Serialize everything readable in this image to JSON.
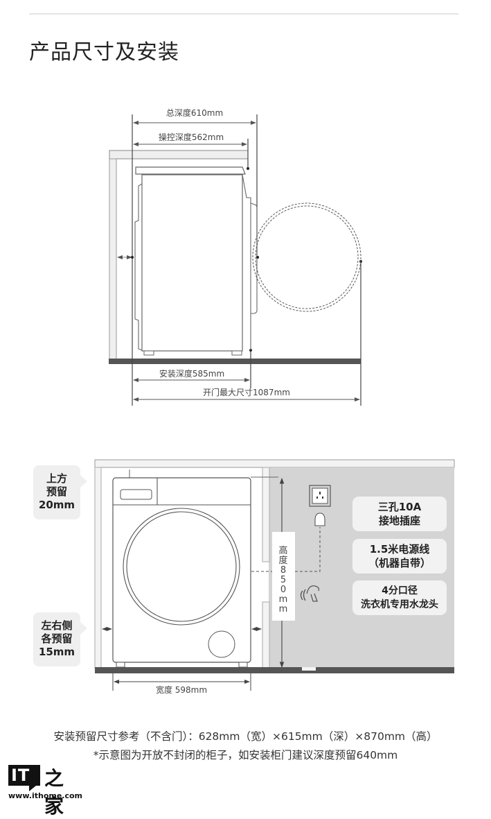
{
  "page": {
    "title": "产品尺寸及安装"
  },
  "side_view": {
    "total_depth": "总深度610mm",
    "control_depth": "操控深度562mm",
    "install_depth": "安装深度585mm",
    "door_open_max": "开门最大尺寸1087mm"
  },
  "front_view": {
    "callouts": [
      {
        "lines": [
          "上方",
          "预留",
          "20mm"
        ]
      },
      {
        "lines": [
          "左右侧",
          "各预留",
          "15mm"
        ]
      }
    ],
    "height_label": [
      "高",
      "度",
      "8",
      "5",
      "0",
      "m",
      "m"
    ],
    "width_label": "宽度 598mm",
    "info_boxes": [
      {
        "lines": [
          "三孔10A",
          "接地插座"
        ]
      },
      {
        "lines": [
          "1.5米电源线",
          "（机器自带）"
        ]
      },
      {
        "lines": [
          "4分口径",
          "洗衣机专用水龙头"
        ]
      }
    ]
  },
  "footer": {
    "reference_size": "安装预留尺寸参考（不含门）：628mm（宽）×615mm（深）×870mm（高）",
    "note": "*示意图为开放不封闭的柜子，如安装柜门建议深度预留640mm"
  },
  "watermark": {
    "logo_text": "IT",
    "logo_cn": "之家",
    "url": "www.ithome.com"
  },
  "colors": {
    "floor": "#555555",
    "wall_gray": "#d4d4d4",
    "callout_bg": "#efefef",
    "line": "#444444"
  }
}
